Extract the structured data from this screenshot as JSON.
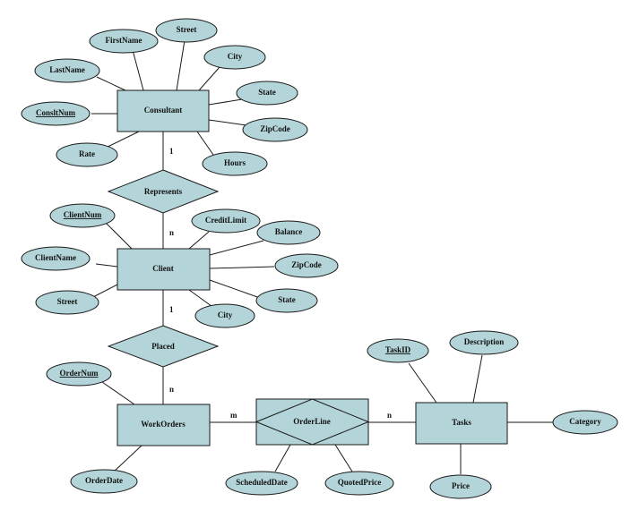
{
  "entities": {
    "consultant": "Consultant",
    "client": "Client",
    "workorders": "WorkOrders",
    "tasks": "Tasks"
  },
  "associative_entities": {
    "orderline": "OrderLine"
  },
  "relationships": {
    "represents": "Represents",
    "placed": "Placed"
  },
  "attributes": {
    "consultant_firstname": "FirstName",
    "consultant_street": "Street",
    "consultant_lastname": "LastName",
    "consultant_city": "City",
    "consultant_state": "State",
    "consultant_consltnum": "ConsltNum",
    "consultant_zipcode": "ZipCode",
    "consultant_rate": "Rate",
    "consultant_hours": "Hours",
    "client_clientnum": "ClientNum",
    "client_creditlimit": "CreditLimit",
    "client_balance": "Balance",
    "client_clientname": "ClientName",
    "client_zipcode": "ZipCode",
    "client_street": "Street",
    "client_state": "State",
    "client_city": "City",
    "workorders_ordernum": "OrderNum",
    "workorders_orderdate": "OrderDate",
    "orderline_scheduleddate": "ScheduledDate",
    "orderline_quotedprice": "QuotedPrice",
    "tasks_taskid": "TaskID",
    "tasks_description": "Description",
    "tasks_category": "Category",
    "tasks_price": "Price"
  },
  "cardinalities": {
    "consultant_represents": "1",
    "represents_client": "n",
    "client_placed": "1",
    "placed_workorders": "n",
    "workorders_orderline": "m",
    "orderline_tasks": "n"
  }
}
